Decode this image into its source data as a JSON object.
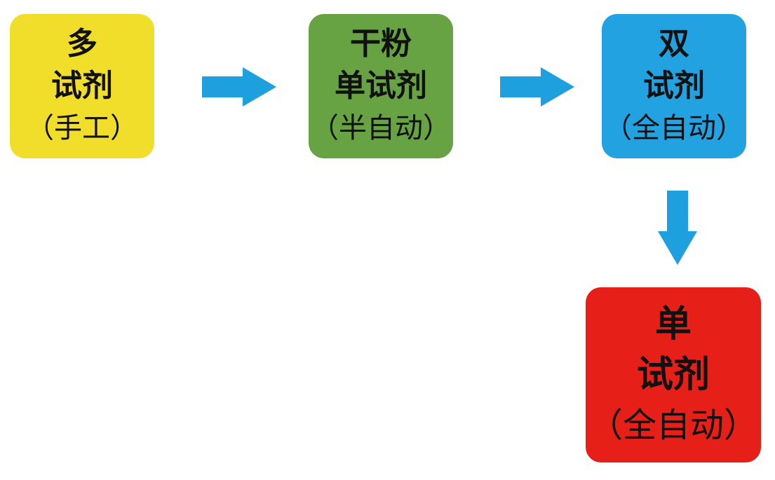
{
  "colors": {
    "box_multi": "#f1de2a",
    "box_dry": "#67a243",
    "box_dual": "#22a2e0",
    "box_single": "#e61f19",
    "arrow": "#1ea0df"
  },
  "nodes": {
    "multi": {
      "line1": "多",
      "line2": "试剂",
      "line3": "（手工）"
    },
    "dry": {
      "line1": "干粉",
      "line2": "单试剂",
      "line3": "（半自动）"
    },
    "dual": {
      "line1": "双",
      "line2": "试剂",
      "line3": "（全自动）"
    },
    "single": {
      "line1": "单",
      "line2": "试剂",
      "line3": "（全自动）"
    }
  },
  "edges": [
    {
      "from": "multi",
      "to": "dry",
      "direction": "right",
      "icon": "arrow-right-icon"
    },
    {
      "from": "dry",
      "to": "dual",
      "direction": "right",
      "icon": "arrow-right-icon"
    },
    {
      "from": "dual",
      "to": "single",
      "direction": "down",
      "icon": "arrow-down-icon"
    }
  ]
}
